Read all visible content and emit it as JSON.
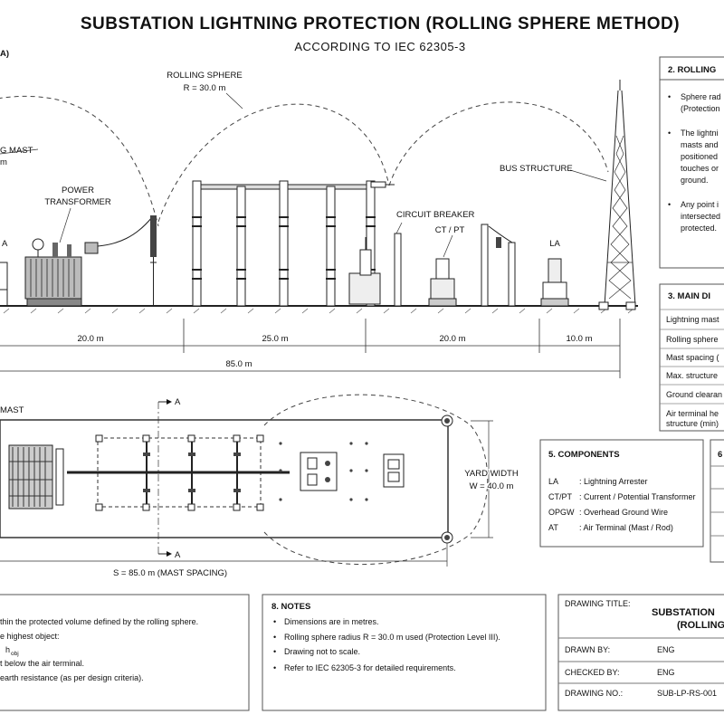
{
  "header": {
    "title": "SUBSTATION LIGHTNING PROTECTION (ROLLING SPHERE METHOD)",
    "subtitle": "ACCORDING TO IEC 62305-3",
    "section_a_label": "A)"
  },
  "elevation": {
    "rolling_sphere_label": "ROLLING SPHERE",
    "rolling_sphere_radius": "R = 30.0 m",
    "mast_label_partial_1": "G MAST",
    "mast_label_partial_2": "m",
    "power_transformer": "POWER\nTRANSFORMER",
    "la_left": "A",
    "circuit_breaker": "CIRCUIT BREAKER",
    "ct_pt": "CT / PT",
    "bus_structure": "BUS STRUCTURE",
    "la_right": "LA",
    "dimensions": [
      "20.0 m",
      "25.0 m",
      "20.0 m",
      "10.0 m"
    ],
    "total_dimension": "85.0 m"
  },
  "plan": {
    "mast_label_partial": "MAST",
    "section_marker": "A",
    "yard_width_label": "YARD WIDTH",
    "yard_width_value": "W = 40.0 m",
    "mast_spacing": "S = 85.0 m  (MAST SPACING)"
  },
  "panel_rolling": {
    "title": "2.  ROLLING",
    "bullets": [
      [
        "Sphere rad",
        "(Protection"
      ],
      [
        "The lightni",
        "masts and",
        "positioned",
        "touches or",
        "ground."
      ],
      [
        "Any point i",
        "intersected",
        "protected."
      ]
    ]
  },
  "panel_main": {
    "title": "3.  MAIN DI",
    "rows": [
      "Lightning mast",
      "Rolling sphere",
      "Mast spacing (",
      "Max. structure",
      "Ground clearan",
      "Air terminal he\nstructure (min)"
    ]
  },
  "panel_components": {
    "title": "5.  COMPONENTS",
    "items": [
      {
        "abbr": "LA",
        "desc": ": Lightning Arrester"
      },
      {
        "abbr": "CT/PT",
        "desc": ": Current / Potential Transformer"
      },
      {
        "abbr": "OPGW",
        "desc": ": Overhead Ground Wire"
      },
      {
        "abbr": "AT",
        "desc": ": Air Terminal (Mast / Rod)"
      }
    ]
  },
  "panel_six": {
    "title": "6"
  },
  "panel_left_notes": {
    "lines": [
      "thin the protected volume defined by the rolling sphere.",
      "e highest object:",
      "h",
      "t below the air terminal.",
      "earth resistance (as per design criteria)."
    ],
    "subscript": "obj"
  },
  "panel_notes": {
    "title": "8.  NOTES",
    "items": [
      "Dimensions are in metres.",
      "Rolling sphere radius R = 30.0 m used (Protection Level III).",
      "Drawing not to scale.",
      "Refer to IEC 62305-3 for detailed requirements."
    ]
  },
  "title_block": {
    "drawing_title_label": "DRAWING TITLE:",
    "drawing_title_1": "SUBSTATION",
    "drawing_title_2": "(ROLLING",
    "drawn_by_label": "DRAWN BY:",
    "drawn_by": "ENG",
    "checked_by_label": "CHECKED BY:",
    "checked_by": "ENG",
    "drawing_no_label": "DRAWING NO.:",
    "drawing_no": "SUB-LP-RS-001"
  }
}
